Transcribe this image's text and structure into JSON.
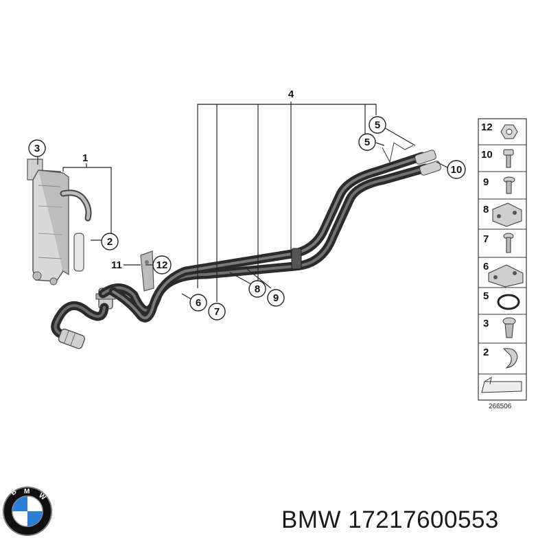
{
  "diagram": {
    "callouts": [
      "1",
      "2",
      "3",
      "4",
      "5",
      "5",
      "6",
      "7",
      "8",
      "9",
      "10",
      "11",
      "12"
    ],
    "legend": [
      "12",
      "10",
      "9",
      "8",
      "7",
      "6",
      "5",
      "3",
      "2"
    ],
    "diagram_code": "266506"
  },
  "brand": {
    "logo_letters": "BMW",
    "label": "BMW 17217600553"
  }
}
